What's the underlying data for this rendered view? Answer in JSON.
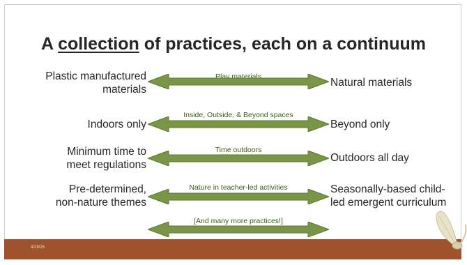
{
  "title": {
    "part1": "A ",
    "underlined": "collection",
    "part2": " of practices, each on a continuum"
  },
  "rows": [
    {
      "left_line1": "Plastic manufactured",
      "left_line2": "materials",
      "label": "Play materials",
      "right_line1": "Natural materials",
      "right_line2": ""
    },
    {
      "left_line1": "Indoors only",
      "left_line2": "",
      "label": "Inside, Outside, & Beyond spaces",
      "right_line1": "Beyond only",
      "right_line2": ""
    },
    {
      "left_line1": "Minimum time to",
      "left_line2": "meet regulations",
      "label": "Time outdoors",
      "right_line1": "Outdoors all day",
      "right_line2": ""
    },
    {
      "left_line1": "Pre-determined,",
      "left_line2": "non-nature themes",
      "label": "Nature in teacher-led activities",
      "right_line1": "Seasonally-based child-",
      "right_line2": "led emergent curriculum"
    },
    {
      "left_line1": "",
      "left_line2": "",
      "label": "[And many more practices!]",
      "right_line1": "",
      "right_line2": ""
    }
  ],
  "footer": {
    "date": "4/29/26"
  },
  "colors": {
    "arrow_fill": "#7a9448",
    "arrow_edge": "#5d7a2e",
    "footer_bar": "#a0522d",
    "title_text": "#262626"
  },
  "decoration": {
    "corner_image": "maple-seed-icon"
  }
}
